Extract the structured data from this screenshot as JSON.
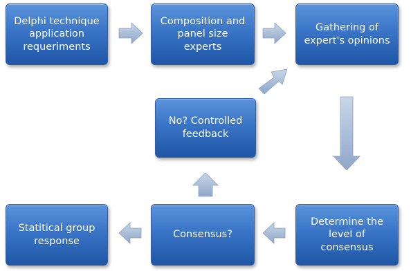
{
  "steps": {
    "delphi": "Delphi technique application requeriments",
    "composition": "Composition and panel size experts",
    "gathering": "Gathering of expert's opinions",
    "determine": "Determine the level of consensus",
    "consensus": "Consensus?",
    "feedback": "No? Controlled feedback",
    "statistical": "Statitical group response"
  },
  "colors": {
    "box": "#3a74c6",
    "arrow": "#a4b9d6"
  }
}
